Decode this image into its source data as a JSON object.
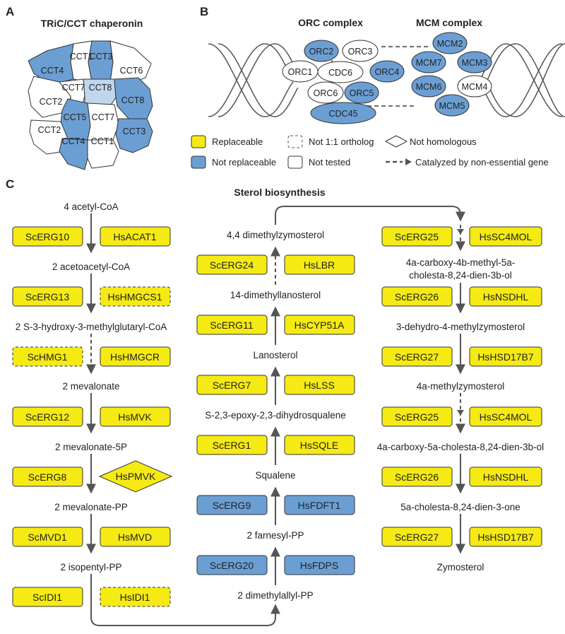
{
  "panel_a": {
    "letter": "A",
    "title": "TRiC/CCT chaperonin",
    "subunits": [
      {
        "label": "CCT1",
        "status": "not_tested"
      },
      {
        "label": "CCT3",
        "status": "not_replaceable"
      },
      {
        "label": "CCT4",
        "status": "not_replaceable"
      },
      {
        "label": "CCT6",
        "status": "not_tested"
      },
      {
        "label": "CCT2",
        "status": "not_tested"
      },
      {
        "label": "CCT7",
        "status": "not_tested"
      },
      {
        "label": "CCT8",
        "status": "not_replaceable_light"
      },
      {
        "label": "CCT8",
        "status": "not_replaceable"
      },
      {
        "label": "CCT5",
        "status": "not_replaceable"
      },
      {
        "label": "CCT7",
        "status": "not_tested"
      },
      {
        "label": "CCT2",
        "status": "not_tested"
      },
      {
        "label": "CCT3",
        "status": "not_replaceable"
      },
      {
        "label": "CCT4",
        "status": "not_replaceable"
      },
      {
        "label": "CCT1",
        "status": "not_tested"
      }
    ]
  },
  "panel_b": {
    "letter": "B",
    "orc_title": "ORC complex",
    "mcm_title": "MCM complex",
    "orc_subunits": [
      {
        "label": "ORC2",
        "status": "not_replaceable"
      },
      {
        "label": "ORC3",
        "status": "not_tested"
      },
      {
        "label": "ORC1",
        "status": "not_tested"
      },
      {
        "label": "CDC6",
        "status": "not_tested"
      },
      {
        "label": "ORC4",
        "status": "not_replaceable"
      },
      {
        "label": "ORC6",
        "status": "not_tested"
      },
      {
        "label": "ORC5",
        "status": "not_replaceable"
      },
      {
        "label": "CDC45",
        "status": "not_replaceable"
      }
    ],
    "mcm_subunits": [
      {
        "label": "MCM2",
        "status": "not_replaceable"
      },
      {
        "label": "MCM7",
        "status": "not_replaceable"
      },
      {
        "label": "MCM3",
        "status": "not_replaceable"
      },
      {
        "label": "MCM6",
        "status": "not_replaceable"
      },
      {
        "label": "MCM4",
        "status": "not_tested"
      },
      {
        "label": "MCM5",
        "status": "not_replaceable"
      }
    ]
  },
  "legend": {
    "replaceable": "Replaceable",
    "not_replaceable": "Not replaceable",
    "not_orthologous": "Not 1:1 ortholog",
    "not_tested": "Not tested",
    "not_homologous": "Not homologous",
    "nonessential": "Catalyzed by non-essential gene"
  },
  "panel_c": {
    "letter": "C",
    "title": "Sterol biosynthesis",
    "metabolites": [
      "4 acetyl-CoA",
      "2 acetoacetyl-CoA",
      "2 S-3-hydroxy-3-methylglutaryl-CoA",
      "2 mevalonate",
      "2 mevalonate-5P",
      "2 mevalonate-PP",
      "2 isopentyl-PP",
      "2 dimethylallyl-PP",
      "2 farnesyl-PP",
      "Squalene",
      "S-2,3-epoxy-2,3-dihydrosqualene",
      "Lanosterol",
      "14-dimethyllanosterol",
      "4,4 dimethylzymosterol",
      "4a-carboxy-4b-methyl-5a-",
      "cholesta-8,24-dien-3b-ol",
      "3-dehydro-4-methylzymosterol",
      "4a-methylzymosterol",
      "4a-carboxy-5a-cholesta-8,24-dien-3b-ol",
      "5a-cholesta-8,24-dien-3-one",
      "Zymosterol"
    ],
    "enzymes": [
      {
        "yeast": "ScERG10",
        "human": "HsACAT1",
        "status": "replaceable"
      },
      {
        "yeast": "ScERG13",
        "human": "HsHMGCS1",
        "status": "replaceable",
        "human_style": "not_orthologous"
      },
      {
        "yeast": "ScHMG1",
        "human": "HsHMGCR",
        "status": "replaceable",
        "yeast_style": "not_orthologous"
      },
      {
        "yeast": "ScERG12",
        "human": "HsMVK",
        "status": "replaceable"
      },
      {
        "yeast": "ScERG8",
        "human": "HsPMVK",
        "status": "replaceable",
        "human_style": "not_homologous"
      },
      {
        "yeast": "ScMVD1",
        "human": "HsMVD",
        "status": "replaceable"
      },
      {
        "yeast": "ScIDI1",
        "human": "HsIDI1",
        "status": "replaceable",
        "human_style": "not_orthologous"
      },
      {
        "yeast": "ScERG20",
        "human": "HsFDPS",
        "status": "not_replaceable"
      },
      {
        "yeast": "ScERG9",
        "human": "HsFDFT1",
        "status": "not_replaceable"
      },
      {
        "yeast": "ScERG1",
        "human": "HsSQLE",
        "status": "replaceable"
      },
      {
        "yeast": "ScERG7",
        "human": "HsLSS",
        "status": "replaceable"
      },
      {
        "yeast": "ScERG11",
        "human": "HsCYP51A",
        "status": "replaceable"
      },
      {
        "yeast": "ScERG24",
        "human": "HsLBR",
        "status": "replaceable"
      },
      {
        "yeast": "ScERG25",
        "human": "HsSC4MOL",
        "status": "replaceable"
      },
      {
        "yeast": "ScERG26",
        "human": "HsNSDHL",
        "status": "replaceable"
      },
      {
        "yeast": "ScERG27",
        "human": "HsHSD17B7",
        "status": "replaceable"
      },
      {
        "yeast": "ScERG25",
        "human": "HsSC4MOL",
        "status": "replaceable"
      },
      {
        "yeast": "ScERG26",
        "human": "HsNSDHL",
        "status": "replaceable"
      },
      {
        "yeast": "ScERG27",
        "human": "HsHSD17B7",
        "status": "replaceable"
      }
    ]
  },
  "colors": {
    "replaceable": "#f5ea14",
    "not_replaceable": "#6b9fd4",
    "not_replaceable_light": "#c0d6ec",
    "not_tested": "#ffffff",
    "outline": "#333333",
    "arrow": "#555555"
  }
}
